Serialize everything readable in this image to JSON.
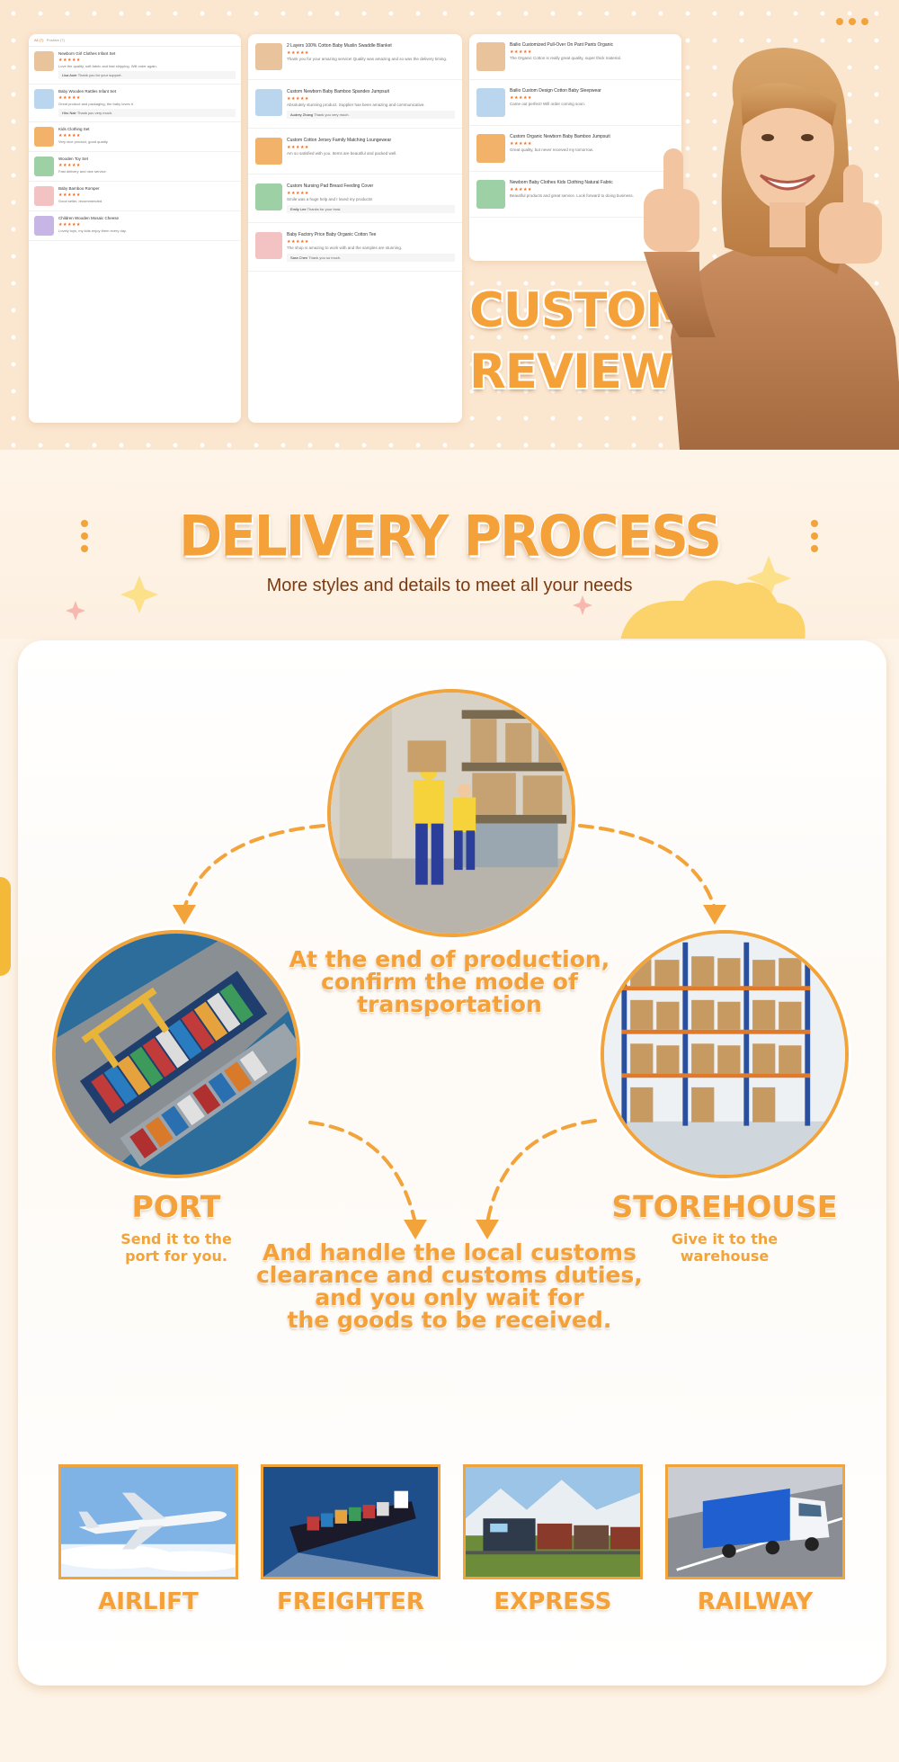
{
  "reviews": {
    "panel1": {
      "tabs": [
        "All (7)",
        "Positive (7)"
      ],
      "items": [
        {
          "title": "Newborn Girl Clothes Infant Set",
          "stars": "★★★★★",
          "text": "Love the quality, soft fabric and fast shipping. Will order again.",
          "reply": {
            "name": "Lisa Auer",
            "text": "Thank you for your support."
          }
        },
        {
          "title": "Baby Wooden Rattles Infant Set",
          "stars": "★★★★★",
          "text": "Great product and packaging, the baby loves it.",
          "reply": {
            "name": "Hiro Nair",
            "text": "Thank you very much."
          }
        },
        {
          "title": "Kids Clothing Set",
          "stars": "★★★★★",
          "text": "Very nice product, good quality.",
          "reply": null
        },
        {
          "title": "Wooden Toy Set",
          "stars": "★★★★★",
          "text": "Fast delivery and nice service.",
          "reply": null
        },
        {
          "title": "Baby Bamboo Romper",
          "stars": "★★★★★",
          "text": "Good seller, recommended.",
          "reply": null
        },
        {
          "title": "Children Wooden Mosaic Cheese",
          "stars": "★★★★★",
          "text": "Lovely toys, my kids enjoy them every day.",
          "reply": null
        }
      ]
    },
    "panel2": {
      "items": [
        {
          "title": "2 Layers 100% Cotton Baby Muslin Swaddle Blanket",
          "stars": "★★★★★",
          "text": "Thank you for your amazing service! Quality was amazing and so was the delivery timing.",
          "reply": null
        },
        {
          "title": "Custom Newborn Baby Bamboo Spandex Jumpsuit",
          "stars": "★★★★★",
          "text": "Absolutely stunning product. Supplier has been amazing and communicative.",
          "reply": {
            "name": "Audrey Zhang",
            "text": "Thank you very much."
          }
        },
        {
          "title": "Custom Cotton Jersey Family Matching Loungewear",
          "stars": "★★★★★",
          "text": "Am so satisfied with you. Items are beautiful and packed well.",
          "reply": null
        },
        {
          "title": "Custom Nursing Pad Breast Feeding Cover",
          "stars": "★★★★★",
          "text": "Smile was a huge help and I loved my products!",
          "reply": {
            "name": "Emily Lee",
            "text": "Thanks for your trust."
          }
        },
        {
          "title": "Baby Factory Price Baby Organic Cotton Tee",
          "stars": "★★★★★",
          "text": "The shop is amazing to work with and the samples are stunning.",
          "reply": {
            "name": "Sara Chen",
            "text": "Thank you so much."
          }
        }
      ]
    },
    "panel3": {
      "items": [
        {
          "title": "Bailio Customized Pull-Over On Pant Pants Organic",
          "stars": "★★★★★",
          "text": "The Organic Cotton is really great quality, super thick material.",
          "reply": null
        },
        {
          "title": "Bailio Custom Design Cotton Baby Sleepwear",
          "stars": "★★★★★",
          "text": "Came out perfect! Will order coming soon.",
          "reply": null
        },
        {
          "title": "Custom Organic Newborn Baby Bamboo Jumpsuit",
          "stars": "★★★★★",
          "text": "Great quality, but never received my tomorrow.",
          "reply": null
        },
        {
          "title": "Newborn Baby Clothes Kids Clothing Natural Fabric",
          "stars": "★★★★★",
          "text": "Beautiful products and great service. Look forward to doing business.",
          "reply": null
        }
      ]
    },
    "title_line1": "CUSTOMER",
    "title_line2": "REVIEWS"
  },
  "delivery": {
    "title": "DELIVERY PROCESS",
    "subtitle": "More styles and details to meet all your needs",
    "center_text_1": [
      "At the end of production,",
      "confirm the mode of",
      "transportation"
    ],
    "center_text_2": [
      "And handle the local customs",
      "clearance and customs duties,",
      "and you only wait for",
      "the goods to be received."
    ],
    "port": {
      "label": "PORT",
      "sub": [
        "Send it to the",
        "port for you."
      ]
    },
    "storehouse": {
      "label": "STOREHOUSE",
      "sub": [
        "Give it to the",
        "warehouse"
      ]
    },
    "transport_modes": [
      "AIRLIFT",
      "FREIGHTER",
      "EXPRESS",
      "RAILWAY"
    ]
  },
  "colors": {
    "accent": "#f5a13a",
    "accent_dark": "#f2a33a",
    "star": "#f36b1c",
    "subtitle": "#7a3a12"
  }
}
